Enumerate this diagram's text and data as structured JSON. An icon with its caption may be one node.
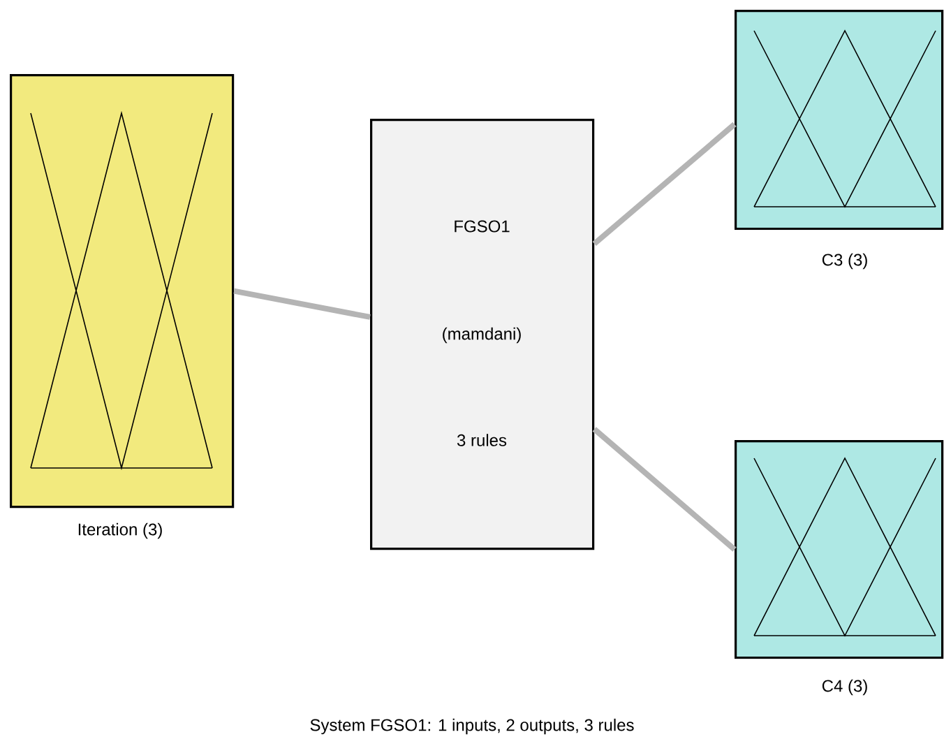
{
  "diagram": {
    "caption": "System FGSO1: 1 inputs, 2 outputs, 3 rules",
    "nodes": [
      {
        "text": [
          "Iteration (3)"
        ]
      },
      {
        "text": [
          "FGSO1",
          "(mamdani)",
          "3 rules"
        ]
      },
      {
        "text": [
          "C3 (3)"
        ]
      },
      {
        "text": [
          "C4 (3)"
        ]
      }
    ],
    "edges": [
      {
        "from": 0,
        "to": 1,
        "arrow": "none"
      },
      {
        "from": 1,
        "to": 2,
        "arrow": "none"
      },
      {
        "from": 1,
        "to": 3,
        "arrow": "none"
      }
    ]
  }
}
